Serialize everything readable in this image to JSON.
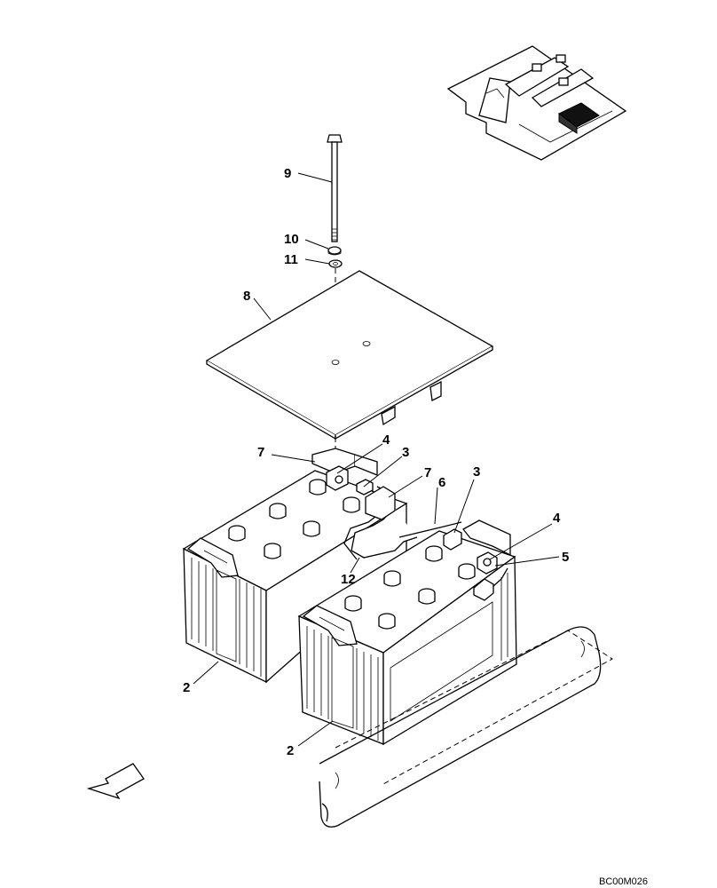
{
  "figure_code": "BC00M026",
  "callouts": {
    "c9": "9",
    "c10": "10",
    "c11": "11",
    "c8": "8",
    "c7a": "7",
    "c4a": "4",
    "c3a": "3",
    "c7b": "7",
    "c6": "6",
    "c3b": "3",
    "c4b": "4",
    "c5": "5",
    "c12": "12",
    "c2a": "2",
    "c2b": "2"
  }
}
